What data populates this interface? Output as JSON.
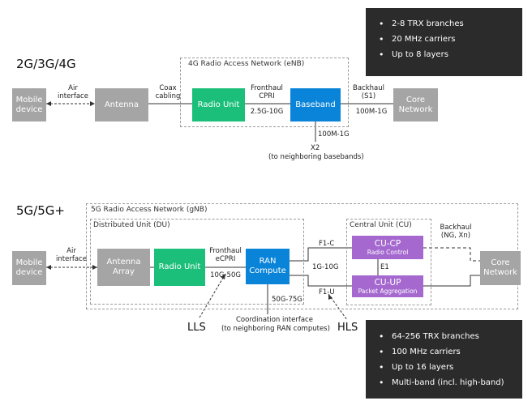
{
  "top": {
    "heading": "2G/3G/4G",
    "ran_label": "4G Radio Access Network (eNB)",
    "nodes": {
      "mobile": "Mobile device",
      "antenna": "Antenna",
      "radio_unit": "Radio Unit",
      "baseband": "Baseband",
      "core": "Core Network"
    },
    "links": {
      "air": "Air interface",
      "coax": "Coax cabling",
      "fronthaul": "Fronthaul CPRI",
      "fronthaul_rate": "2.5G-10G",
      "backhaul": "Backhaul (S1)",
      "backhaul_rate": "100M-1G",
      "x2_rate": "100M-1G",
      "x2": "X2",
      "x2_note": "(to neighboring basebands)"
    },
    "info": [
      "2-8 TRX branches",
      "20 MHz carriers",
      "Up to 8 layers"
    ]
  },
  "bottom": {
    "heading": "5G/5G+",
    "ran_label": "5G Radio Access Network (gNB)",
    "du_label": "Distributed Unit (DU)",
    "cu_label": "Central Unit (CU)",
    "nodes": {
      "mobile": "Mobile device",
      "antenna": "Antenna Array",
      "radio_unit": "Radio Unit",
      "ran_compute": "RAN Compute",
      "cu_cp": "CU-CP",
      "cu_cp_sub": "Radio Control",
      "cu_up": "CU-UP",
      "cu_up_sub": "Packet Aggregation",
      "core": "Core Network"
    },
    "links": {
      "air": "Air interface",
      "fronthaul": "Fronthaul eCPRI",
      "fronthaul_rate": "10G-50G",
      "f1c": "F1-C",
      "f1_rate": "1G-10G",
      "f1u": "F1-U",
      "e1": "E1",
      "backhaul": "Backhaul (NG, Xn)",
      "coord_rate": "50G-75G",
      "coord": "Coordination interface",
      "coord_note": "(to neighboring RAN computes)",
      "lls": "LLS",
      "hls": "HLS"
    },
    "info": [
      "64-256 TRX branches",
      "100 MHz carriers",
      "Up to 16 layers",
      "Multi-band (incl. high-band)"
    ]
  }
}
